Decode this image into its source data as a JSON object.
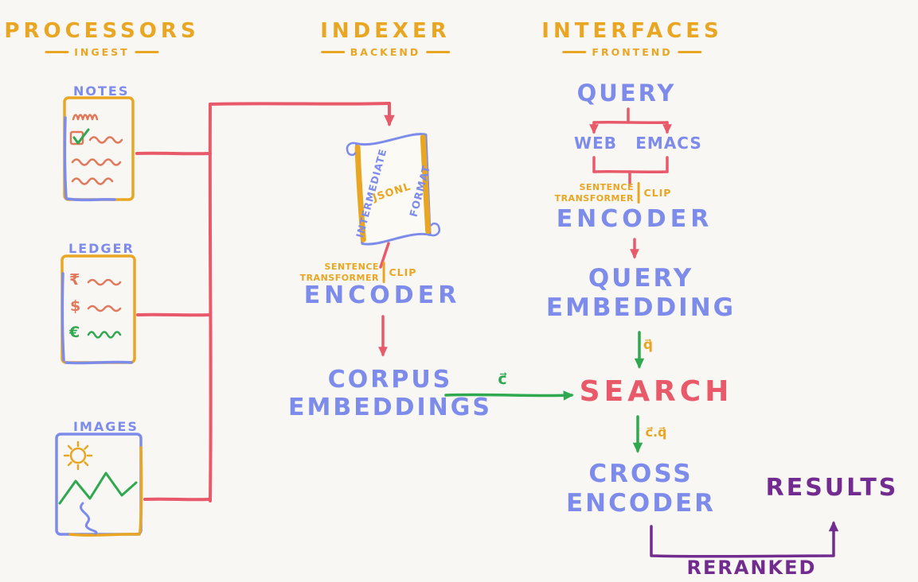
{
  "colors": {
    "bg": "#F8F7F3",
    "yellow": "#E8A622",
    "blue": "#7D8BEA",
    "red": "#E8596A",
    "green": "#2FA84F",
    "purple": "#722B8E",
    "salmon": "#E0795B"
  },
  "header": {
    "processors": {
      "title": "PROCESSORS",
      "subtitle": "INGEST"
    },
    "indexer": {
      "title": "INDEXER",
      "subtitle": "BACKEND"
    },
    "interfaces": {
      "title": "INTERFACES",
      "subtitle": "FRONTEND"
    }
  },
  "processors": {
    "notes_label": "NOTES",
    "ledger_label": "LEDGER",
    "ledger_symbols": [
      "₹",
      "$",
      "€"
    ],
    "images_label": "IMAGES"
  },
  "indexer": {
    "scroll_left": "INTERMEDIATE",
    "scroll_center": "JSONL",
    "scroll_right": "FORMAT",
    "encoder_model": "SENTENCE\nTRANSFORMER",
    "encoder_alt": "CLIP",
    "encoder": "ENCODER",
    "corpus": "CORPUS\nEMBEDDINGS"
  },
  "interfaces": {
    "query": "QUERY",
    "web": "WEB",
    "emacs": "EMACS",
    "encoder_model": "SENTENCE\nTRANSFORMER",
    "encoder_alt": "CLIP",
    "encoder": "ENCODER",
    "query_embedding": "QUERY\nEMBEDDING",
    "search": "SEARCH",
    "cross_encoder": "CROSS\nENCODER",
    "results": "RESULTS",
    "reranked": "RERANKED"
  },
  "edge_labels": {
    "corpus_vector": "c⃗",
    "query_vector": "q⃗",
    "dot_product": "c⃗.q⃗"
  }
}
